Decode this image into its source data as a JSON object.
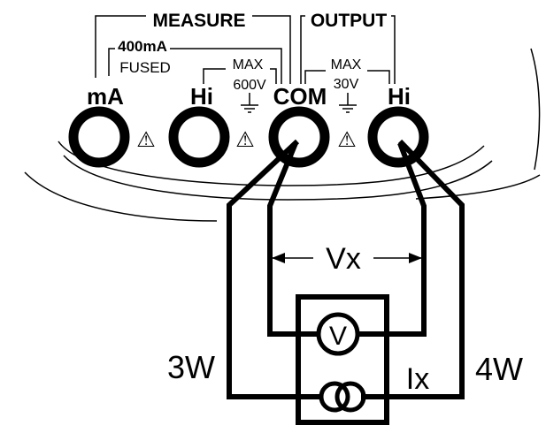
{
  "panel": {
    "measure_label": "MEASURE",
    "output_label": "OUTPUT",
    "fuse_rating": "400mA",
    "fuse_label": "FUSED",
    "measure_max_label": "MAX",
    "measure_max_value": "600V",
    "output_max_label": "MAX",
    "output_max_value": "30V"
  },
  "jacks": [
    {
      "label": "mA"
    },
    {
      "label": "Hi"
    },
    {
      "label": "COM"
    },
    {
      "label": "Hi"
    }
  ],
  "warning_symbol": "⚠",
  "circuit": {
    "voltage_label": "Vx",
    "current_label": "Ix",
    "three_wire_label": "3W",
    "four_wire_label": "4W",
    "voltmeter_symbol": "V"
  },
  "icons": {
    "warning": "warning-triangle-icon",
    "ground": "ground-icon",
    "voltmeter": "voltmeter-icon",
    "current_source": "current-source-icon"
  }
}
